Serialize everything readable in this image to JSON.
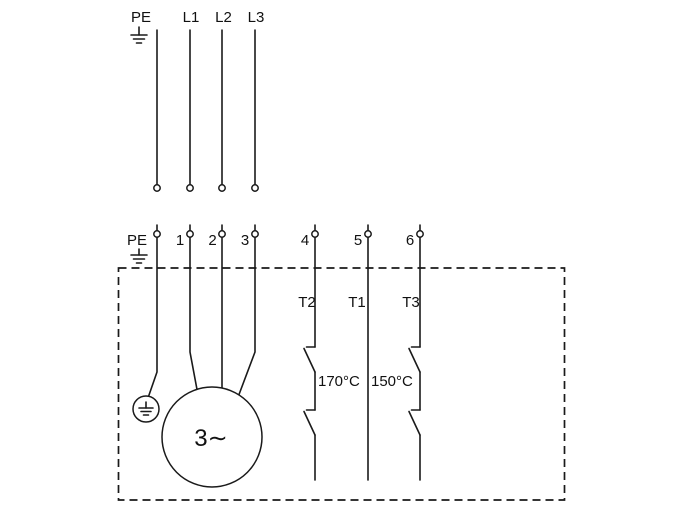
{
  "colors": {
    "line": "#1a1a1a",
    "background": "#ffffff"
  },
  "supply": {
    "pe_label": "PE",
    "phase_labels": [
      "L1",
      "L2",
      "L3"
    ]
  },
  "terminal_strip": {
    "pe_label": "PE",
    "terminal_numbers": [
      "1",
      "2",
      "3",
      "4",
      "5",
      "6"
    ]
  },
  "enclosure": {
    "motor_label": "3∼",
    "thermal_switches": {
      "t2_label": "T2",
      "t1_label": "T1",
      "t3_label": "T3",
      "t2_temperature": "170°C",
      "t3_temperature": "150°C"
    }
  }
}
